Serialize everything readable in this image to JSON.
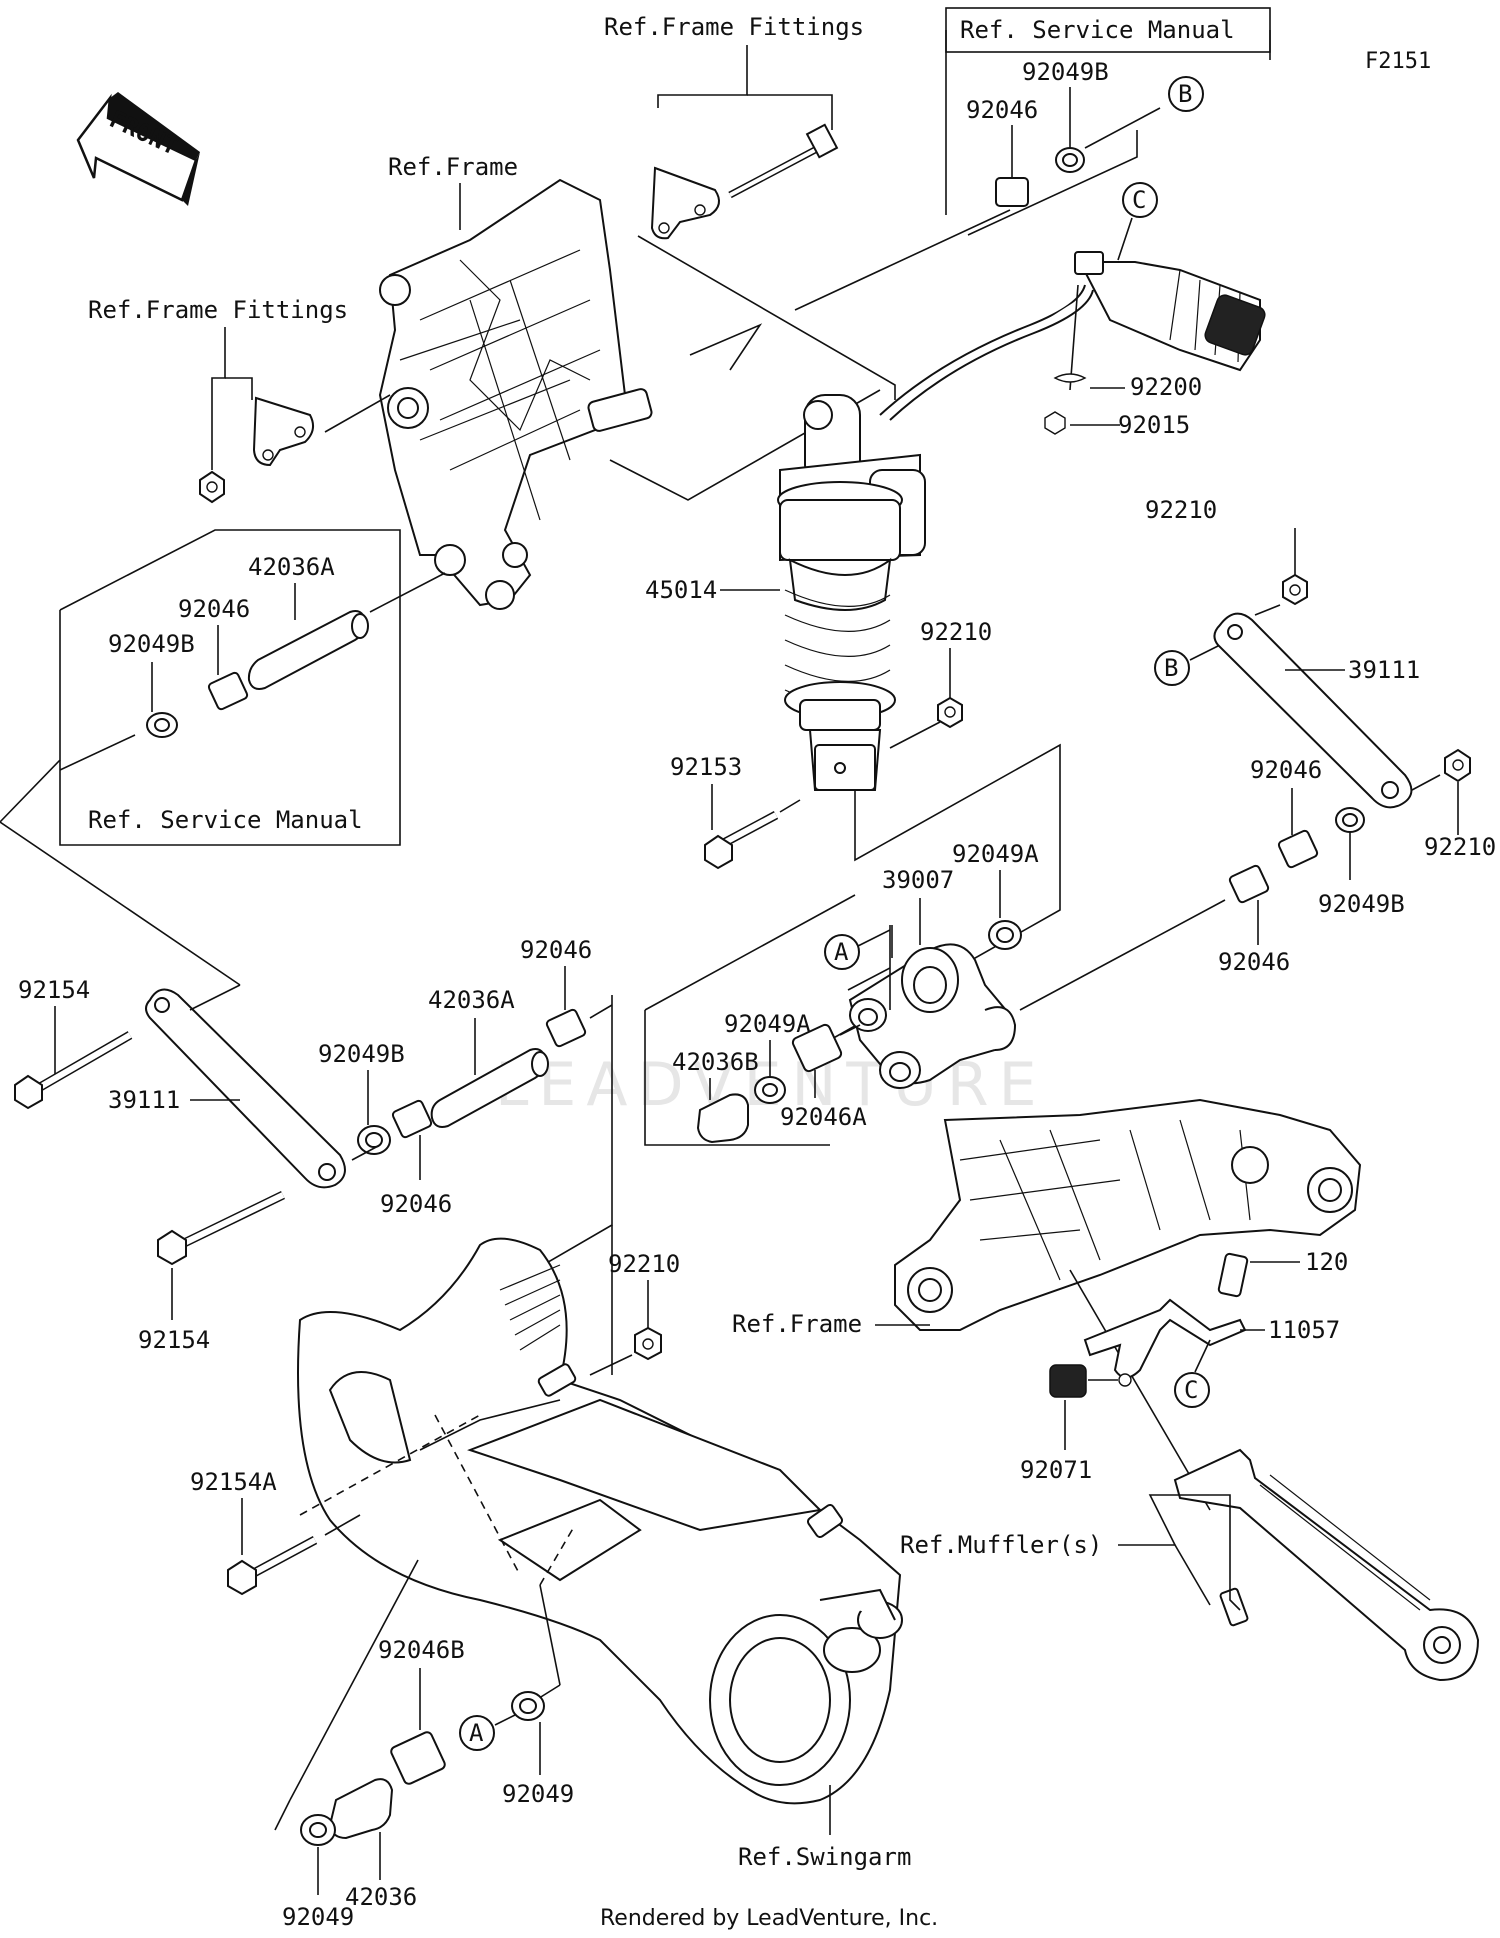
{
  "figure_id": "F2151",
  "front_arrow": {
    "label": "FRONT",
    "icon": "front-arrow-icon"
  },
  "watermark": "LEADVENTURE",
  "footer": "Rendered by LeadVenture, Inc.",
  "references": {
    "frame_fittings_top": "Ref.Frame Fittings",
    "service_manual_top": "Ref. Service Manual",
    "frame_upper": "Ref.Frame",
    "frame_fittings_left": "Ref.Frame Fittings",
    "service_manual_left": "Ref. Service Manual",
    "frame_lower": "Ref.Frame",
    "mufflers": "Ref.Muffler(s)",
    "swingarm": "Ref.Swingarm"
  },
  "callouts": {
    "a1": "A",
    "a2": "A",
    "b1": "B",
    "b2": "B",
    "c1": "C",
    "c2": "C"
  },
  "parts": {
    "p92049B_top": "92049B",
    "p92046_top": "92046",
    "p92200": "92200",
    "p92015": "92015",
    "p42036A_left": "42036A",
    "p92046_left": "92046",
    "p92049B_left": "92049B",
    "p45014": "45014",
    "p92210_mid": "92210",
    "p92153": "92153",
    "p92210_right_top": "92210",
    "p39111_right": "39111",
    "p92046_right": "92046",
    "p92210_right": "92210",
    "p92049B_right": "92049B",
    "p92046_right_low": "92046",
    "p92049A_top": "92049A",
    "p39007": "39007",
    "p92049A_mid": "92049A",
    "p42036B": "42036B",
    "p92046A": "92046A",
    "p92154_top": "92154",
    "p39111_left": "39111",
    "p92049B_low": "92049B",
    "p42036A_low": "42036A",
    "p92046_low_a": "92046",
    "p92046_low_b": "92046",
    "p92154_low": "92154",
    "p92210_low": "92210",
    "p120": "120",
    "p11057": "11057",
    "p92071": "92071",
    "p92154A": "92154A",
    "p92046B": "92046B",
    "p92049_right": "92049",
    "p42036": "42036",
    "p92049_left": "92049"
  }
}
